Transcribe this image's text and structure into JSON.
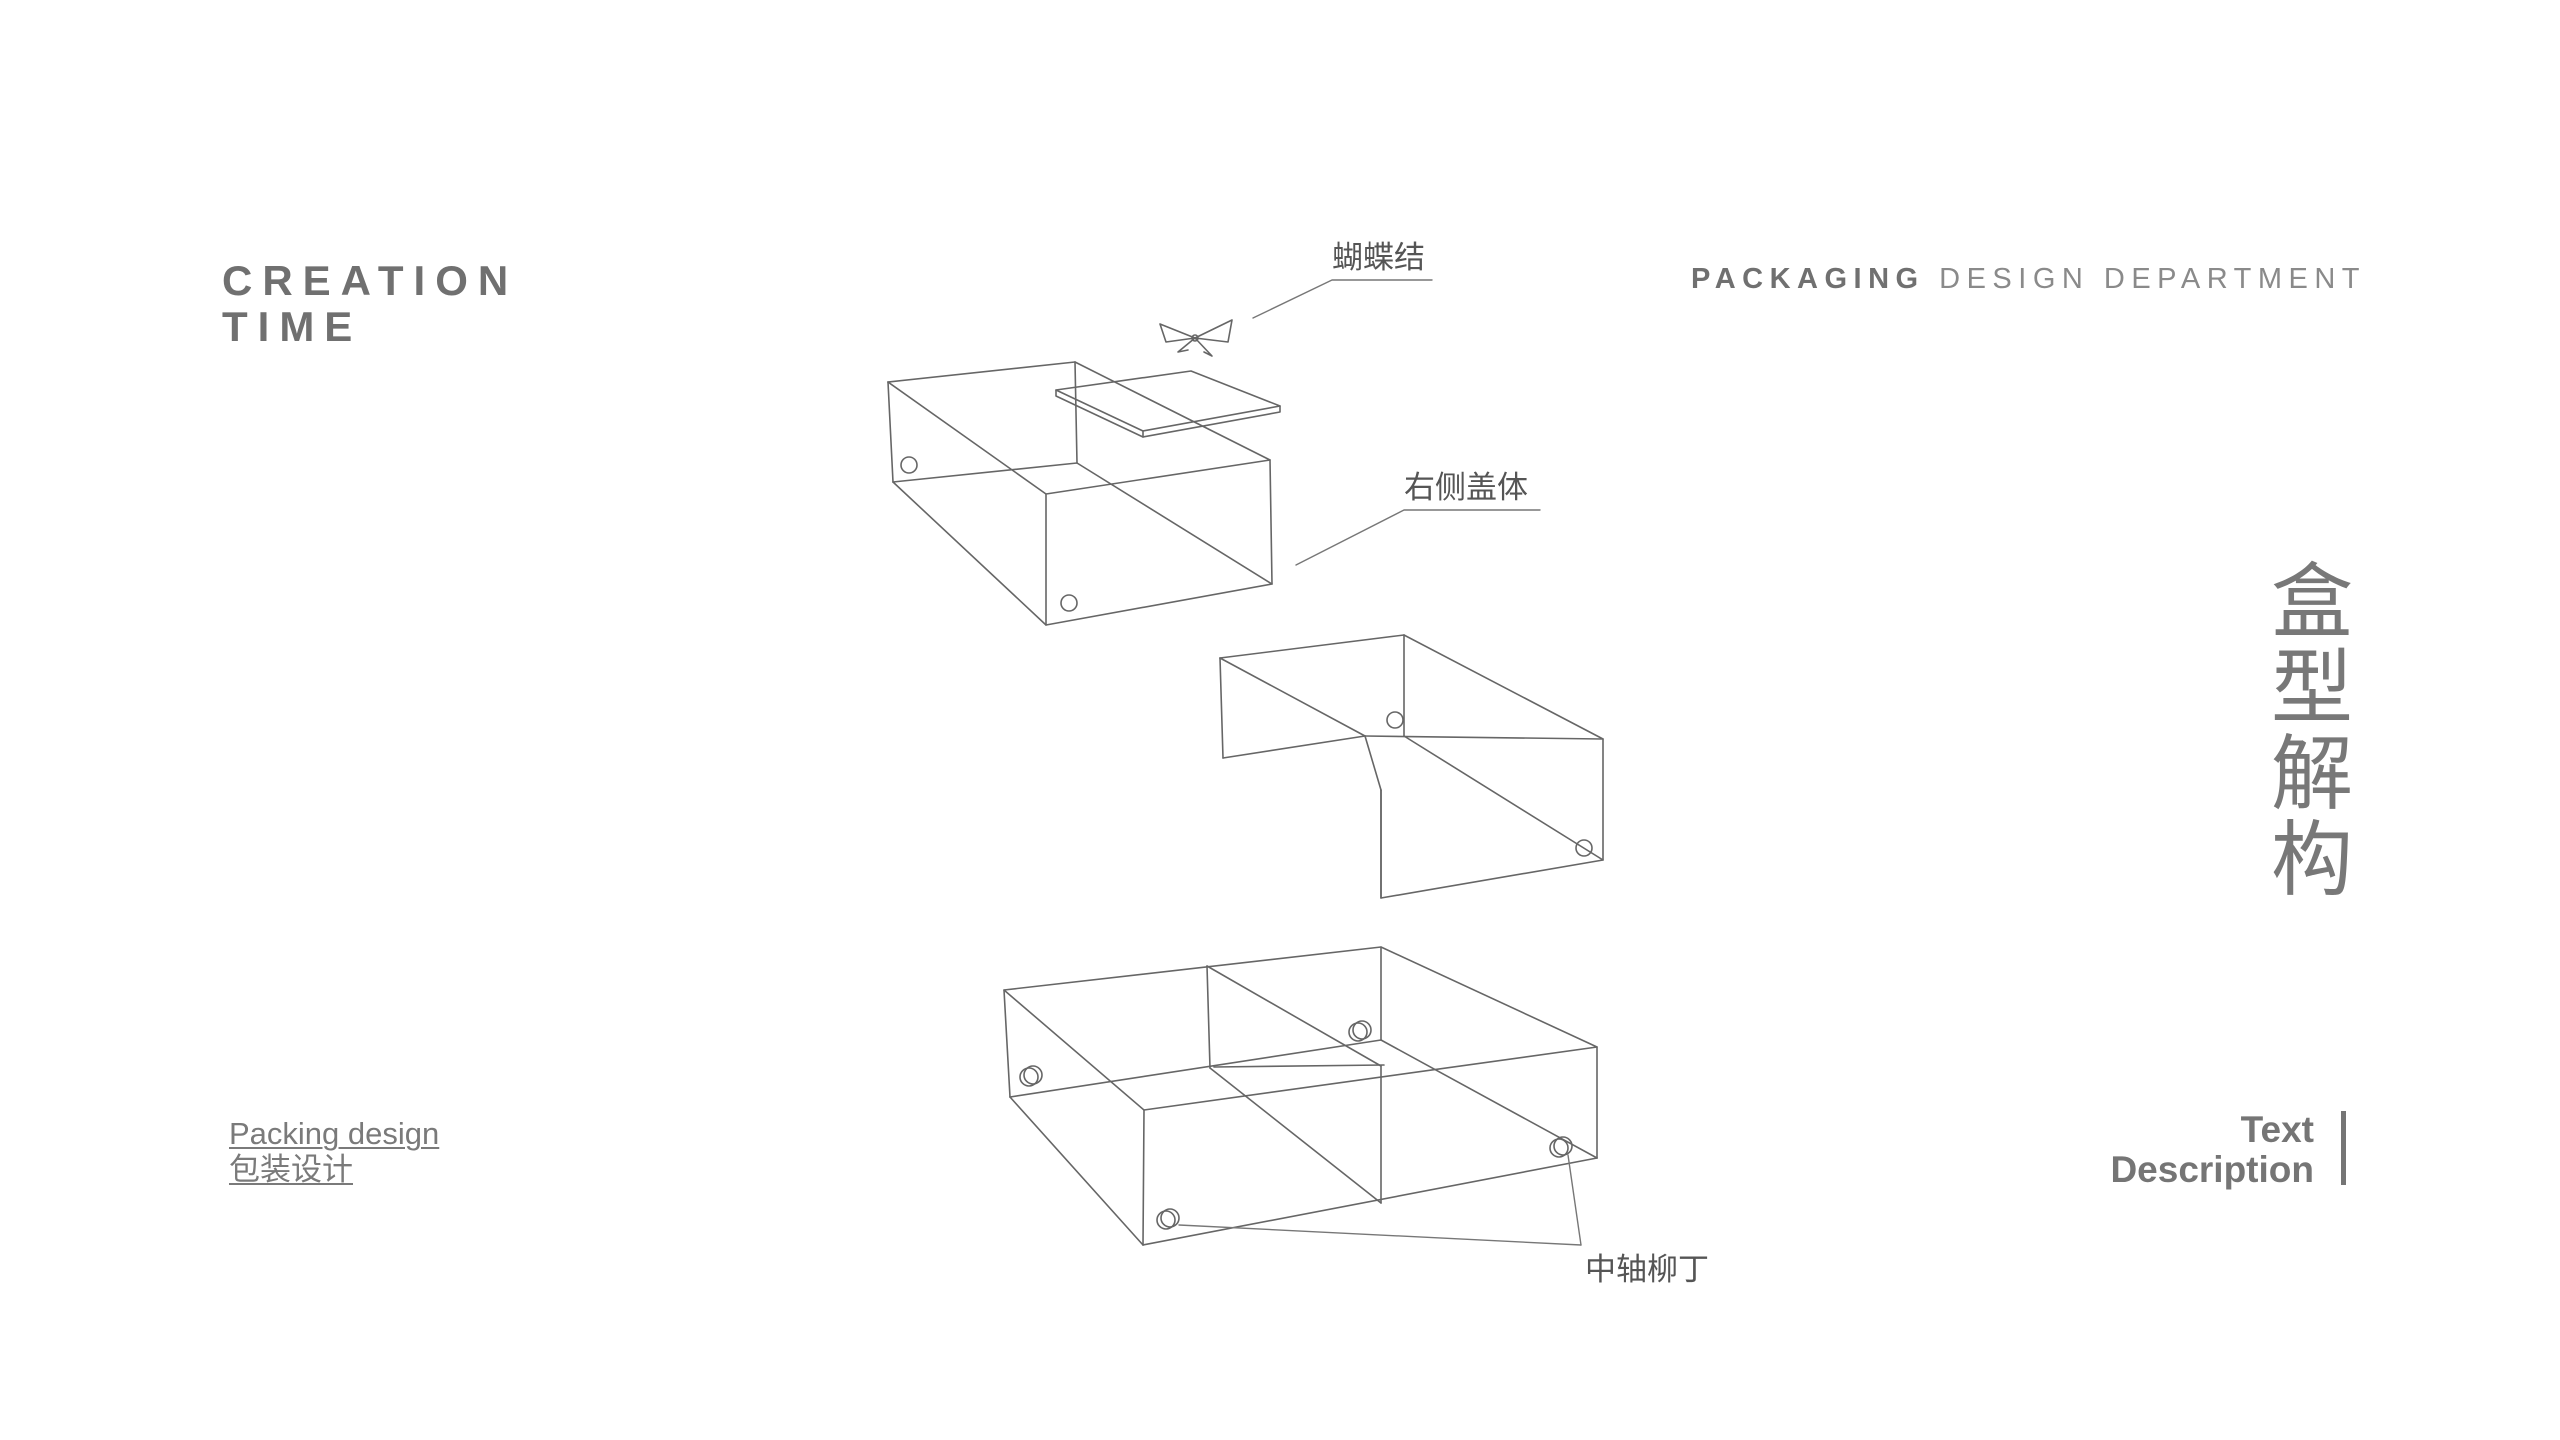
{
  "header": {
    "title_line1": "CREATION",
    "title_line2": "TIME",
    "dept_strong": "PACKAGING",
    "dept_light": "DESIGN DEPARTMENT"
  },
  "side_title": {
    "chars": [
      "盒",
      "型",
      "解",
      "构"
    ]
  },
  "footer_left": {
    "en": "Packing design",
    "zh": "包装设计"
  },
  "footer_right": {
    "line1": "Text",
    "line2": "Description"
  },
  "callouts": {
    "bow": "蝴蝶结",
    "right_lid": "右侧盖体",
    "axis_pin": "中轴柳丁"
  },
  "colors": {
    "line": "#666666",
    "text": "#707070",
    "background": "#ffffff"
  }
}
